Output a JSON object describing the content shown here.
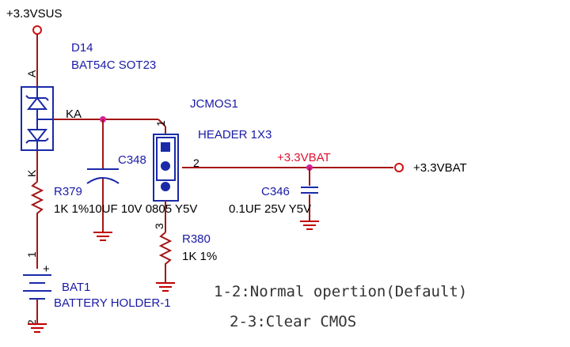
{
  "nets": {
    "vsus": "+3.3VSUS",
    "vbat_label": "+3.3VBAT",
    "vbat_port": "+3.3VBAT",
    "ka": "KA"
  },
  "d14": {
    "ref": "D14",
    "value": "BAT54C SOT23",
    "pin_a": "A",
    "pin_k": "K"
  },
  "jcmos": {
    "ref": "JCMOS1",
    "value": "HEADER 1X3",
    "pin1": "1",
    "pin2": "2",
    "pin3": "3"
  },
  "c348": {
    "ref": "C348",
    "value": "10UF 10V 0805 Y5V"
  },
  "c346": {
    "ref": "C346",
    "value": "0.1UF 25V Y5V"
  },
  "r379": {
    "ref": "R379",
    "value": "1K 1%"
  },
  "r380": {
    "ref": "R380",
    "value": "1K 1%"
  },
  "bat1": {
    "ref": "BAT1",
    "value": "BATTERY HOLDER-1",
    "pin1": "1",
    "pin2": "2",
    "plus": "+"
  },
  "notes": {
    "line1": "1-2:Normal opertion(Default)",
    "line2": "2-3:Clear CMOS"
  }
}
